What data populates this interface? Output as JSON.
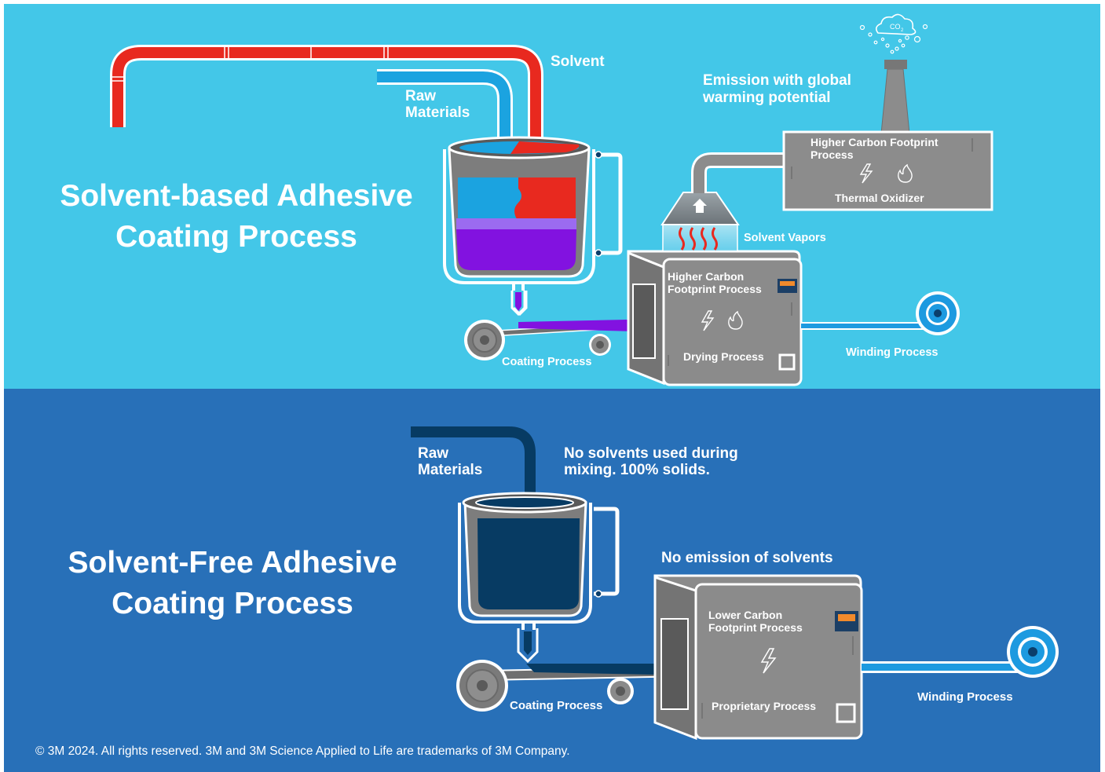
{
  "colors": {
    "top_bg": "#43c7e8",
    "bottom_bg": "#2870b8",
    "solvent_pipe": "#e8291f",
    "raw_pipe_top": "#1ba3e0",
    "raw_pipe_bottom": "#073b63",
    "mix_purple": "#8212e0",
    "machine_gray": "#8b8b8b",
    "tank_gray": "#7d7d7d",
    "web_blue": "#1d9ae0"
  },
  "top": {
    "title_line1": "Solvent-based Adhesive",
    "title_line2": "Coating Process",
    "label_solvent": "Solvent",
    "label_raw_line1": "Raw",
    "label_raw_line2": "Materials",
    "label_emission_line1": "Emission with global",
    "label_emission_line2": "warming potential",
    "co2_label": "CO",
    "co2_sub": "2",
    "oxidizer_line1": "Higher Carbon Footprint",
    "oxidizer_line2": "Process",
    "oxidizer_name": "Thermal Oxidizer",
    "label_vapors": "Solvent Vapors",
    "dryer_line1": "Higher Carbon",
    "dryer_line2": "Footprint Process",
    "dryer_name": "Drying Process",
    "label_coating": "Coating Process",
    "label_winding": "Winding Process"
  },
  "bottom": {
    "title_line1": "Solvent-Free Adhesive",
    "title_line2": "Coating Process",
    "label_raw_line1": "Raw",
    "label_raw_line2": "Materials",
    "note_line1": "No solvents used during",
    "note_line2": "mixing. 100% solids.",
    "label_no_emission": "No emission of solvents",
    "machine_line1": "Lower Carbon",
    "machine_line2": "Footprint Process",
    "machine_name": "Proprietary Process",
    "label_coating": "Coating Process",
    "label_winding": "Winding Process"
  },
  "footer": {
    "copyright": "© 3M 2024. All rights reserved. 3M and 3M Science Applied to Life are trademarks of 3M Company."
  },
  "icons": [
    "lightning-icon",
    "flame-icon",
    "co2-cloud-icon",
    "up-arrow-icon",
    "control-panel-icon"
  ]
}
